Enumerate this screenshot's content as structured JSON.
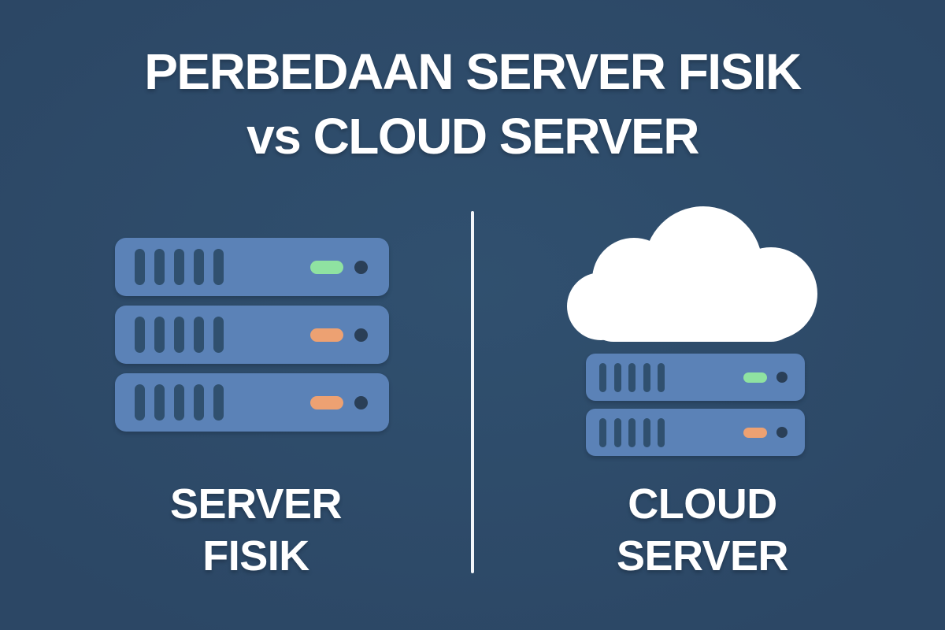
{
  "title": {
    "line1": "PERBEDAAN SERVER FISIK",
    "line2": "vs CLOUD SERVER"
  },
  "left": {
    "label_line1": "SERVER",
    "label_line2": "FISIK",
    "slots_per_rack": 5,
    "racks": [
      {
        "led": "green"
      },
      {
        "led": "orange"
      },
      {
        "led": "orange"
      }
    ]
  },
  "right": {
    "label_line1": "CLOUD",
    "label_line2": "SERVER",
    "slots_per_rack": 5,
    "racks": [
      {
        "led": "green"
      },
      {
        "led": "orange"
      }
    ]
  },
  "colors": {
    "background_center": "#30506f",
    "background_edge": "#2c4765",
    "rack_body": "#5b82b7",
    "rack_slot": "#30506f",
    "rack_button": "#2a3f57",
    "led_green": "#8fe2a1",
    "led_orange": "#eda172",
    "cloud": "#ffffff",
    "divider": "#f2f5f9",
    "text": "#ffffff"
  }
}
